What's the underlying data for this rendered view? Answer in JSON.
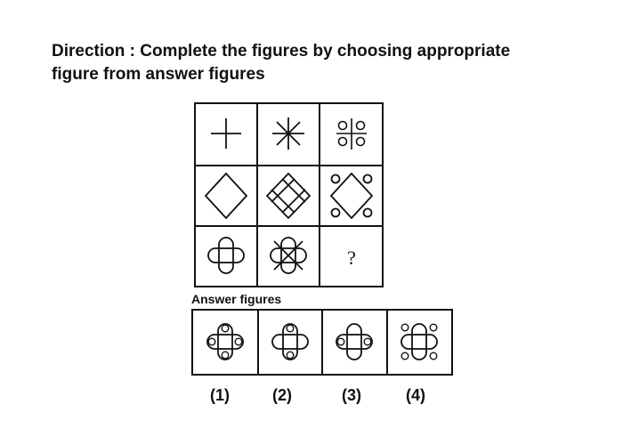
{
  "direction": {
    "line1": "Direction : Complete the figures by choosing appropriate",
    "line2": "figure from answer figures"
  },
  "question": {
    "missing_mark": "?"
  },
  "answer": {
    "heading": "Answer figures",
    "options": [
      "(1)",
      "(2)",
      "(3)",
      "(4)"
    ]
  }
}
